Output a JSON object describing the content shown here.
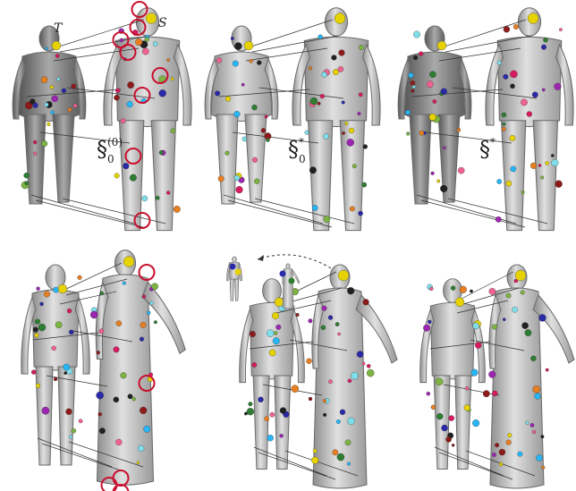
{
  "panels": [
    {
      "id": "top-left",
      "shape": "lean",
      "labels": {
        "target": "T",
        "source": "S",
        "map": "§",
        "sub": "0",
        "sup": "(0)"
      },
      "circled": 8
    },
    {
      "id": "top-middle",
      "shape": "lean",
      "labels": {
        "map": "§",
        "sub": "0",
        "sup": "*"
      }
    },
    {
      "id": "top-right",
      "shape": "lean",
      "labels": {
        "map": "§",
        "sup": "*"
      }
    },
    {
      "id": "bottom-left",
      "shape": "robe",
      "circled": 5
    },
    {
      "id": "bottom-middle",
      "shape": "robe",
      "inset": true
    },
    {
      "id": "bottom-right",
      "shape": "robe"
    }
  ],
  "colors": {
    "body_fill": "#b9b9b9",
    "body_stroke": "#6a6a6a",
    "body_highlight": "#e6e6e6",
    "link_line": "#333333",
    "circle_mark": "#c8102e",
    "points": [
      "#e6d200",
      "#2a2aa8",
      "#2e7d32",
      "#e67e22",
      "#9b27b0",
      "#d81b60",
      "#29b6f6",
      "#7cb342",
      "#8e1b1b",
      "#212121",
      "#80deea",
      "#f06292"
    ]
  }
}
